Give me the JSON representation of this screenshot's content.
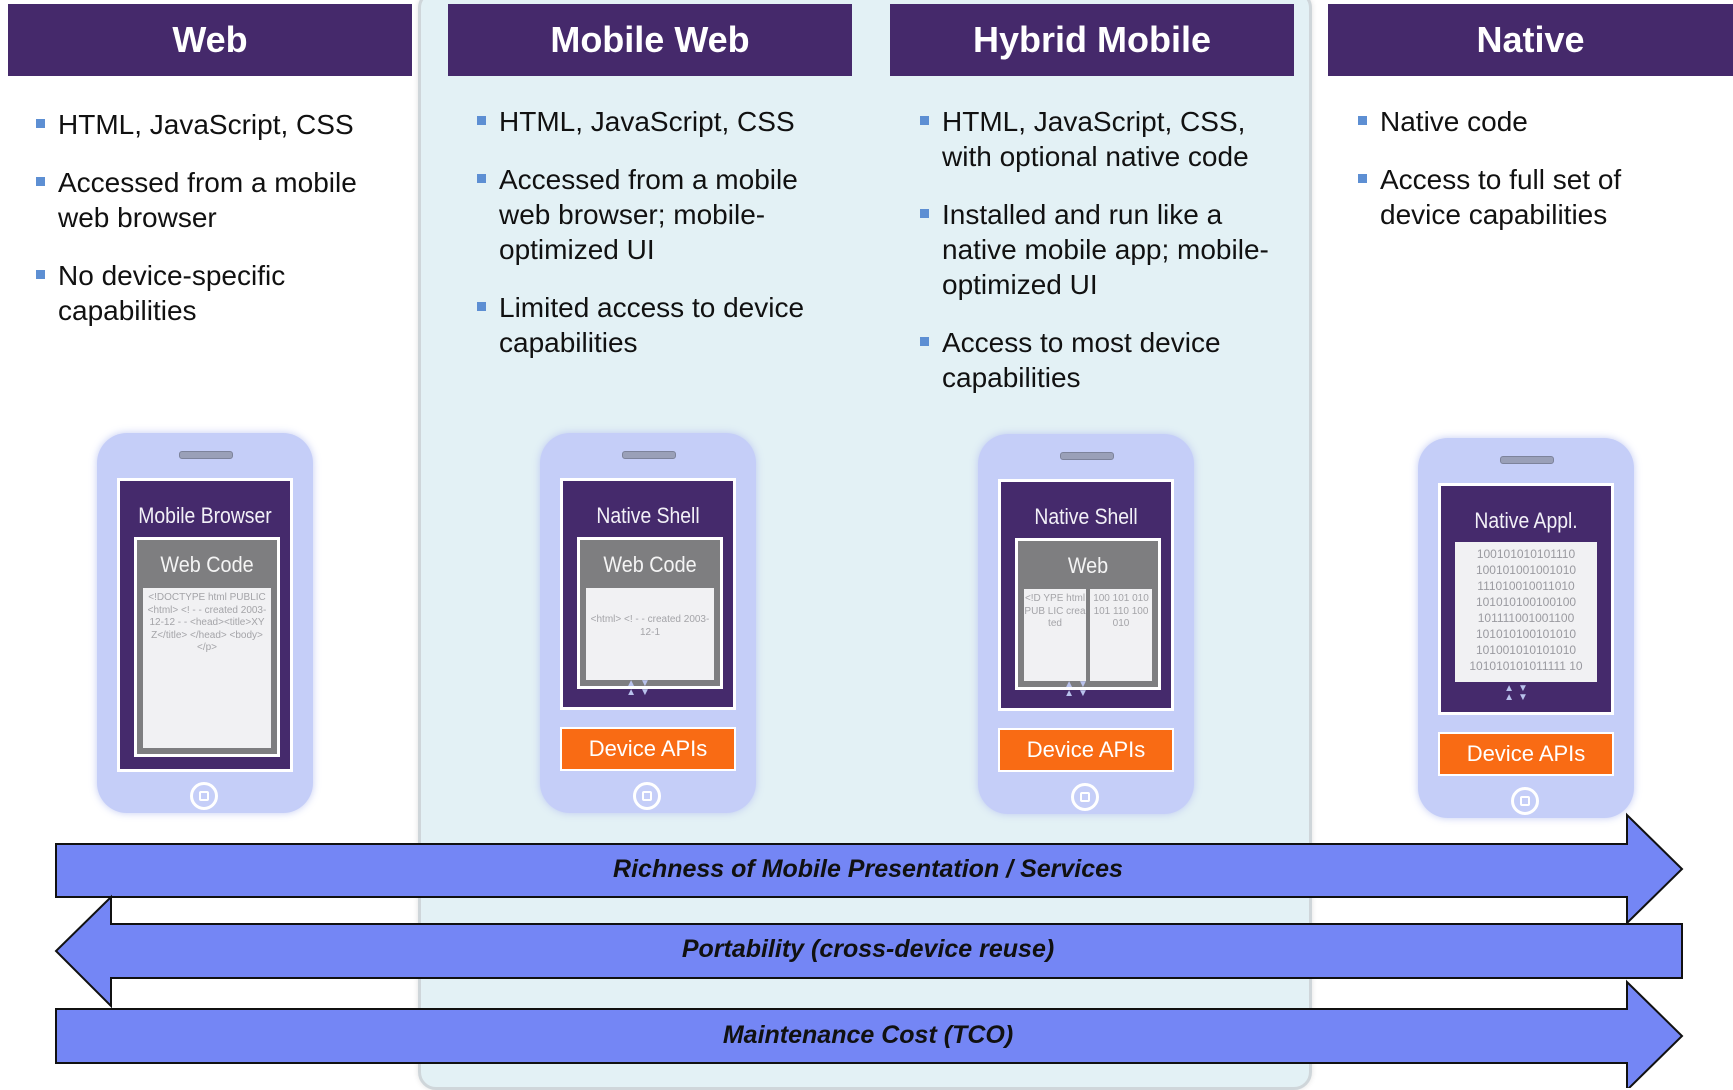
{
  "columns": [
    {
      "header": "Web",
      "bullets": [
        "HTML, JavaScript, CSS",
        "Accessed from a mobile web browser",
        "No device-specific capabilities"
      ],
      "phone": {
        "screen_title": "Mobile Browser",
        "inner_title": "Web Code",
        "code_text": "<!DOCTYPE html PUBLIC <html> <! - - created 2003-12-12 - - <head><title>XY Z</title> </head> <body> </p>"
      }
    },
    {
      "header": "Mobile Web",
      "bullets": [
        "HTML, JavaScript, CSS",
        "Accessed from a mobile web browser; mobile-optimized UI",
        "Limited access to device capabilities"
      ],
      "phone": {
        "screen_title": "Native Shell",
        "inner_title": "Web Code",
        "code_text": "<html> <! - - created 2003-12-1",
        "device_apis": "Device APIs"
      }
    },
    {
      "header": "Hybrid Mobile",
      "bullets": [
        "HTML, JavaScript, CSS, with optional native code",
        "Installed and run like a native mobile app; mobile-optimized UI",
        "Access to most device capabilities"
      ],
      "phone": {
        "screen_title": "Native Shell",
        "inner_title": "Web",
        "code_left": "<!D YPE html PUB LIC crea ted",
        "code_right": "100 101 010 101 110 100 010",
        "device_apis": "Device APIs"
      }
    },
    {
      "header": "Native",
      "bullets": [
        "Native code",
        "Access to full set of device capabilities"
      ],
      "phone": {
        "screen_title": "Native Appl.",
        "code_text": "100101010101110 100101001001010 111010010011010 101010100100100 101111001001100 101010100101010 101001010101010 101010101011111 10",
        "device_apis": "Device APIs"
      }
    }
  ],
  "arrows": [
    {
      "label": "Richness of Mobile Presentation / Services",
      "direction": "right"
    },
    {
      "label": "Portability (cross-device reuse)",
      "direction": "left"
    },
    {
      "label": "Maintenance Cost (TCO)",
      "direction": "right"
    }
  ],
  "colors": {
    "header_bg": "#45296b",
    "arrow_fill": "#7486f5",
    "device_apis": "#f96b14",
    "panel_bg": "#e3f1f5"
  }
}
